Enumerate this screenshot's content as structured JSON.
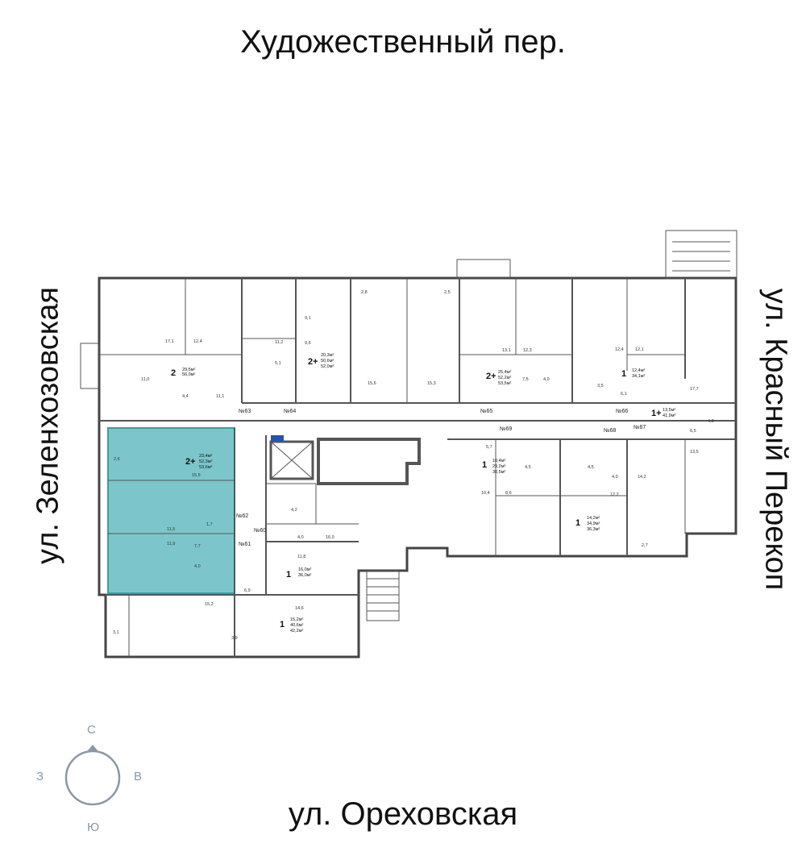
{
  "streets": {
    "top": "Художественный пер.",
    "bottom": "ул. Ореховская",
    "left": "ул. Зеленхозовская",
    "right": "ул. Красный Перекоп"
  },
  "compass": {
    "n": "С",
    "s": "Ю",
    "w": "З",
    "e": "В"
  },
  "colors": {
    "highlight": "#7cc6cb",
    "highlight_border": "#3a9ea6",
    "wall": "#555555",
    "compass": "#8a97a6",
    "elevator": "#2255aa"
  },
  "units": [
    {
      "num": "№63",
      "rooms": "2",
      "a1": "29,5м²",
      "a2": "56,0м²",
      "a3": ""
    },
    {
      "num": "№64",
      "rooms": "2+",
      "a1": "20,3м²",
      "a2": "50,6м²",
      "a3": "52,0м²"
    },
    {
      "num": "№65",
      "rooms": "2+",
      "a1": "25,4м²",
      "a2": "52,2м²",
      "a3": "53,5м²"
    },
    {
      "num": "№66",
      "rooms": "1",
      "a1": "12,4м²",
      "a2": "34,1м²",
      "a3": ""
    },
    {
      "num": "№67",
      "rooms": "1+",
      "a1": "13,5м²",
      "a2": "41,9м²",
      "a3": ""
    },
    {
      "num": "№68",
      "rooms": "1",
      "a1": "14,2м²",
      "a2": "34,9м²",
      "a3": "36,3м²"
    },
    {
      "num": "№69",
      "rooms": "1",
      "a1": "10,4м²",
      "a2": "29,2м²",
      "a3": "30,5м²"
    },
    {
      "num": "№62",
      "rooms": "2+",
      "a1": "23,4м²",
      "a2": "52,3м²",
      "a3": "53,6м²"
    },
    {
      "num": "№60",
      "rooms": "1",
      "a1": "16,0м²",
      "a2": "36,0м²",
      "a3": ""
    },
    {
      "num": "№61",
      "rooms": "1",
      "a1": "15,2м²",
      "a2": "40,6м²",
      "a3": "42,2м²"
    }
  ],
  "room_areas": [
    "17,1",
    "12,4",
    "11,0",
    "4,4",
    "11,1",
    "11,2",
    "9,1",
    "9,6",
    "5,1",
    "2,8",
    "2,5",
    "15,6",
    "15,3",
    "13,1",
    "12,3",
    "7,5",
    "4,0",
    "3,5",
    "12,4",
    "12,1",
    "6,1",
    "17,7",
    "4,2",
    "6,5",
    "13,5",
    "2,6",
    "15,5",
    "11,5",
    "1,7",
    "11,9",
    "7,7",
    "4,0",
    "4,2",
    "4,0",
    "16,0",
    "11,8",
    "6,9",
    "14,6",
    "15,2",
    "3,9",
    "3,1",
    "5,7",
    "4,5",
    "4,5",
    "10,4",
    "8,6",
    "12,2",
    "4,0",
    "14,2",
    "2,7"
  ]
}
